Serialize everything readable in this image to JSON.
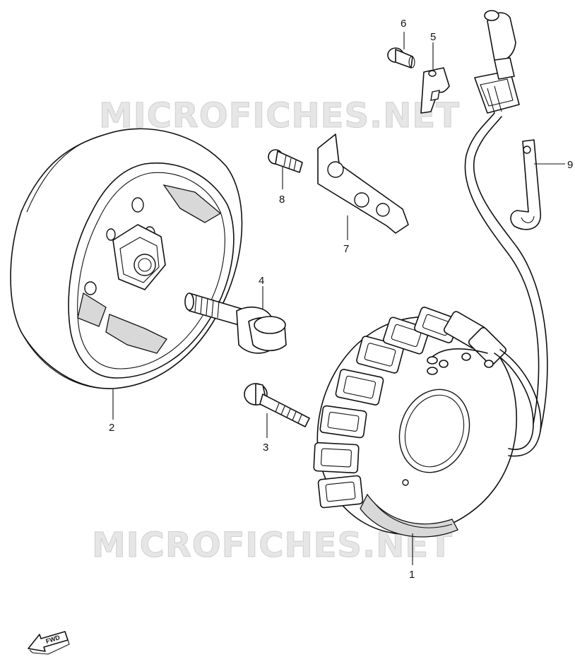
{
  "watermarks": [
    "MICROFICHES.NET",
    "MICROFICHES.NET"
  ],
  "callouts": {
    "c1": "1",
    "c2": "2",
    "c3": "3",
    "c4": "4",
    "c5": "5",
    "c6": "6",
    "c7": "7",
    "c8": "8",
    "c9": "9"
  },
  "fwd_label": "FWD",
  "parts": [
    {
      "number": "1",
      "name": "stator-coil"
    },
    {
      "number": "2",
      "name": "rotor-flywheel"
    },
    {
      "number": "3",
      "name": "bolt"
    },
    {
      "number": "4",
      "name": "rotor-bolt"
    },
    {
      "number": "5",
      "name": "clamp"
    },
    {
      "number": "6",
      "name": "screw"
    },
    {
      "number": "7",
      "name": "bracket"
    },
    {
      "number": "8",
      "name": "screw"
    },
    {
      "number": "9",
      "name": "wire-clamp"
    }
  ]
}
